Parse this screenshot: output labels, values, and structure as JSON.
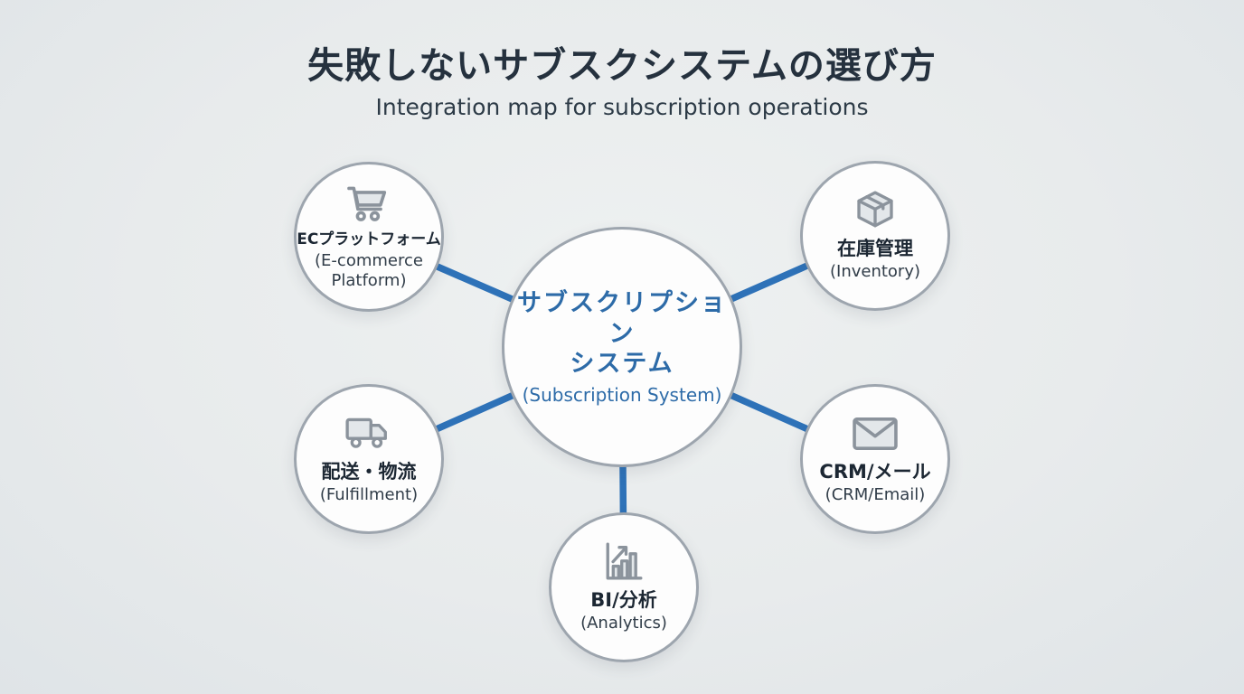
{
  "title": "失敗しないサブスクシステムの選び方",
  "subtitle": "Integration map for subscription operations",
  "center_node": {
    "id": "subscription-system",
    "label": "サブスクリプション\nシステム",
    "sublabel": "(Subscription System)"
  },
  "nodes": [
    {
      "id": "ec-platform",
      "icon": "shopping-cart-icon",
      "label": "ECプラットフォーム",
      "sublabel": "(E-commerce Platform)"
    },
    {
      "id": "inventory",
      "icon": "package-icon",
      "label": "在庫管理",
      "sublabel": "(Inventory)"
    },
    {
      "id": "fulfillment",
      "icon": "truck-icon",
      "label": "配送・物流",
      "sublabel": "(Fulfillment)"
    },
    {
      "id": "crm-email",
      "icon": "envelope-icon",
      "label": "CRM/メール",
      "sublabel": "(CRM/Email)"
    },
    {
      "id": "analytics",
      "icon": "bar-chart-icon",
      "label": "BI/分析",
      "sublabel": "(Analytics)"
    }
  ],
  "edges": [
    {
      "from": "subscription-system",
      "to": "ec-platform"
    },
    {
      "from": "subscription-system",
      "to": "inventory"
    },
    {
      "from": "subscription-system",
      "to": "fulfillment"
    },
    {
      "from": "subscription-system",
      "to": "crm-email"
    },
    {
      "from": "subscription-system",
      "to": "analytics"
    }
  ],
  "colors": {
    "background": "#e8ebec",
    "connector_blue": "#2e72b8",
    "center_text_blue": "#2d6ba8",
    "node_fill": "#fdfdfd",
    "node_border_gray": "#9da5ae",
    "label_dark": "#1c2733",
    "icon_gray": "#8b939c",
    "title_dark": "#25313e"
  }
}
